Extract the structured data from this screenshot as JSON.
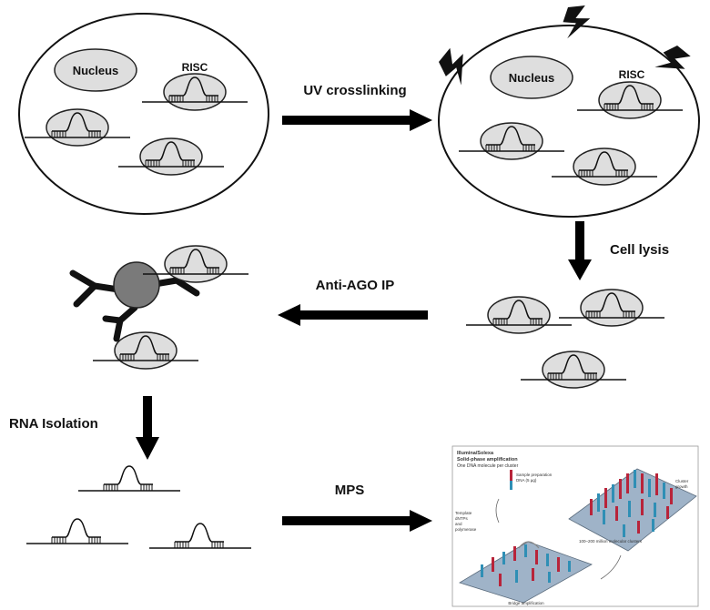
{
  "labels": {
    "nucleus": "Nucleus",
    "risc": "RISC",
    "uv_crosslinking": "UV crosslinking",
    "cell_lysis": "Cell lysis",
    "anti_ago_ip": "Anti-AGO IP",
    "rna_isolation": "RNA Isolation",
    "mps": "MPS"
  },
  "illustration": {
    "title_line1": "Illumina/Solexa",
    "title_line2": "Solid-phase amplification",
    "title_line3": "One DNA molecule per cluster",
    "sample_prep": "Sample preparation",
    "sample_prep2": "DNA (5 µg)",
    "template": "Template",
    "dntps": "dNTPs",
    "and": "and",
    "polymerase": "polymerase",
    "cluster": "Cluster",
    "growth": "growth",
    "clusters": "100–200 million molecular clusters",
    "bridge": "Bridge amplification"
  },
  "colors": {
    "complex_fill": "#dedede",
    "bead_fill": "#7a7a7a",
    "arrow": "#000000",
    "accent_red": "#b8243a",
    "accent_blue": "#2f8fb5"
  }
}
